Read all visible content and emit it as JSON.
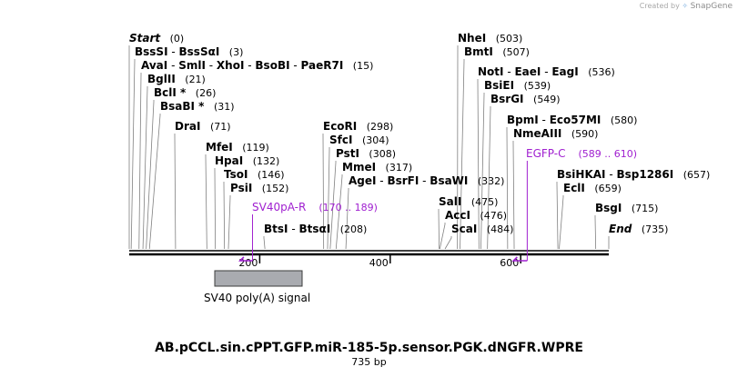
{
  "credit": {
    "prefix": "Created by",
    "brand": "SnapGene",
    "icon": "snapgene-logo-icon"
  },
  "plasmid": {
    "name": "AB.pCCL.sin.cPPT.GFP.miR-185-5p.sensor.PGK.dNGFR.WPRE",
    "length_label": "735 bp",
    "length": 735
  },
  "ruler": {
    "ticks": [
      {
        "label": "200",
        "bp": 200
      },
      {
        "label": "400",
        "bp": 400
      },
      {
        "label": "600",
        "bp": 600
      }
    ]
  },
  "sites": [
    {
      "id": "start",
      "names": [
        "Start"
      ],
      "pos_label": "(0)",
      "pos": 0,
      "italic": true
    },
    {
      "id": "bsssi",
      "names": [
        "BssSI",
        "BssSαI"
      ],
      "pos_label": "(3)",
      "pos": 3
    },
    {
      "id": "aval",
      "names": [
        "AvaI",
        "SmlI",
        "XhoI",
        "BsoBI",
        "PaeR7I"
      ],
      "pos_label": "(15)",
      "pos": 15
    },
    {
      "id": "bglii",
      "names": [
        "BglII"
      ],
      "pos_label": "(21)",
      "pos": 21
    },
    {
      "id": "bcli",
      "names": [
        "BclI *"
      ],
      "pos_label": "(26)",
      "pos": 26
    },
    {
      "id": "bsabi",
      "names": [
        "BsaBI *"
      ],
      "pos_label": "(31)",
      "pos": 31
    },
    {
      "id": "drai",
      "names": [
        "DraI"
      ],
      "pos_label": "(71)",
      "pos": 71
    },
    {
      "id": "mfei",
      "names": [
        "MfeI"
      ],
      "pos_label": "(119)",
      "pos": 119
    },
    {
      "id": "hpai",
      "names": [
        "HpaI"
      ],
      "pos_label": "(132)",
      "pos": 132
    },
    {
      "id": "tsoi",
      "names": [
        "TsoI"
      ],
      "pos_label": "(146)",
      "pos": 146
    },
    {
      "id": "psii",
      "names": [
        "PsiI"
      ],
      "pos_label": "(152)",
      "pos": 152
    },
    {
      "id": "btsi",
      "names": [
        "BtsI",
        "BtsαI"
      ],
      "pos_label": "(208)",
      "pos": 208
    },
    {
      "id": "ecori",
      "names": [
        "EcoRI"
      ],
      "pos_label": "(298)",
      "pos": 298
    },
    {
      "id": "sfci",
      "names": [
        "SfcI"
      ],
      "pos_label": "(304)",
      "pos": 304
    },
    {
      "id": "psti",
      "names": [
        "PstI"
      ],
      "pos_label": "(308)",
      "pos": 308
    },
    {
      "id": "mmei",
      "names": [
        "MmeI"
      ],
      "pos_label": "(317)",
      "pos": 317
    },
    {
      "id": "agei",
      "names": [
        "AgeI",
        "BsrFI",
        "BsaWI"
      ],
      "pos_label": "(332)",
      "pos": 332
    },
    {
      "id": "sali",
      "names": [
        "SalI"
      ],
      "pos_label": "(475)",
      "pos": 475
    },
    {
      "id": "acci",
      "names": [
        "AccI"
      ],
      "pos_label": "(476)",
      "pos": 476
    },
    {
      "id": "scai",
      "names": [
        "ScaI"
      ],
      "pos_label": "(484)",
      "pos": 484
    },
    {
      "id": "nhei",
      "names": [
        "NheI"
      ],
      "pos_label": "(503)",
      "pos": 503
    },
    {
      "id": "bmti",
      "names": [
        "BmtI"
      ],
      "pos_label": "(507)",
      "pos": 507
    },
    {
      "id": "noti",
      "names": [
        "NotI",
        "EaeI",
        "EagI"
      ],
      "pos_label": "(536)",
      "pos": 536
    },
    {
      "id": "bsiei",
      "names": [
        "BsiEI"
      ],
      "pos_label": "(539)",
      "pos": 539
    },
    {
      "id": "bsrgi",
      "names": [
        "BsrGI"
      ],
      "pos_label": "(549)",
      "pos": 549
    },
    {
      "id": "bpmi",
      "names": [
        "BpmI",
        "Eco57MI"
      ],
      "pos_label": "(580)",
      "pos": 580
    },
    {
      "id": "nmeaiii",
      "names": [
        "NmeAIII"
      ],
      "pos_label": "(590)",
      "pos": 590
    },
    {
      "id": "bsihkai",
      "names": [
        "BsiHKAI",
        "Bsp1286I"
      ],
      "pos_label": "(657)",
      "pos": 657
    },
    {
      "id": "ecli",
      "names": [
        "EclI"
      ],
      "pos_label": "(659)",
      "pos": 659
    },
    {
      "id": "bsgi",
      "names": [
        "BsgI"
      ],
      "pos_label": "(715)",
      "pos": 715
    },
    {
      "id": "end",
      "names": [
        "End"
      ],
      "pos_label": "(735)",
      "pos": 735,
      "italic": true
    }
  ],
  "primers": [
    {
      "id": "sv40pa-r",
      "name": "SV40pA-R",
      "range_label": "(170 .. 189)",
      "start": 170,
      "end": 189,
      "direction": "reverse"
    },
    {
      "id": "egfp-c",
      "name": "EGFP-C",
      "range_label": "(589 .. 610)",
      "start": 589,
      "end": 610,
      "direction": "reverse"
    }
  ],
  "features": [
    {
      "id": "sv40-polya",
      "label": "SV40 poly(A) signal",
      "start": 132,
      "end": 267
    }
  ],
  "colors": {
    "primer": "#a020d0",
    "feature_fill": "#a9abb0",
    "backbone": "#000000",
    "tick_line": "#808080"
  }
}
